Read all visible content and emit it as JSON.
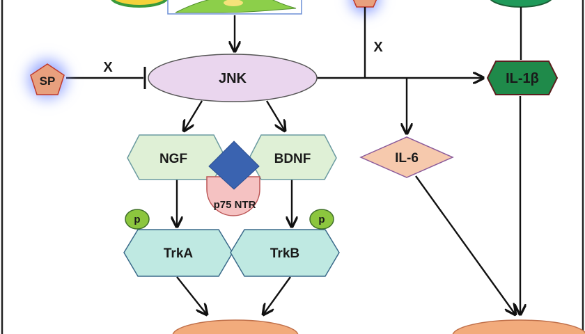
{
  "nodes": {
    "jnk": {
      "label": "JNK",
      "fill": "#ead6ee"
    },
    "sp": {
      "label": "SP",
      "fill": "#e8a07e"
    },
    "il1b": {
      "label": "IL-1β",
      "fill": "#1f8a4a"
    },
    "ngf": {
      "label": "NGF",
      "fill": "#dff0d6"
    },
    "bdnf": {
      "label": "BDNF",
      "fill": "#dff0d6"
    },
    "p75": {
      "label": "p75 NTR",
      "fill": "#f5c2c2"
    },
    "il6": {
      "label": "IL-6",
      "fill": "#f6c9ad"
    },
    "trka": {
      "label": "TrkA",
      "fill": "#bfe9e2"
    },
    "trkb": {
      "label": "TrkB",
      "fill": "#bfe9e2"
    },
    "pa": {
      "label": "p",
      "fill": "#8cc63e"
    },
    "pb": {
      "label": "p",
      "fill": "#8cc63e"
    }
  },
  "inhibition_marks": {
    "sp_to_jnk": "X",
    "top_to_il1b": "X"
  },
  "colors": {
    "border": "#222222",
    "arrow": "#111111",
    "diamond": "#3a63b0",
    "glow": "#6f86ff"
  }
}
